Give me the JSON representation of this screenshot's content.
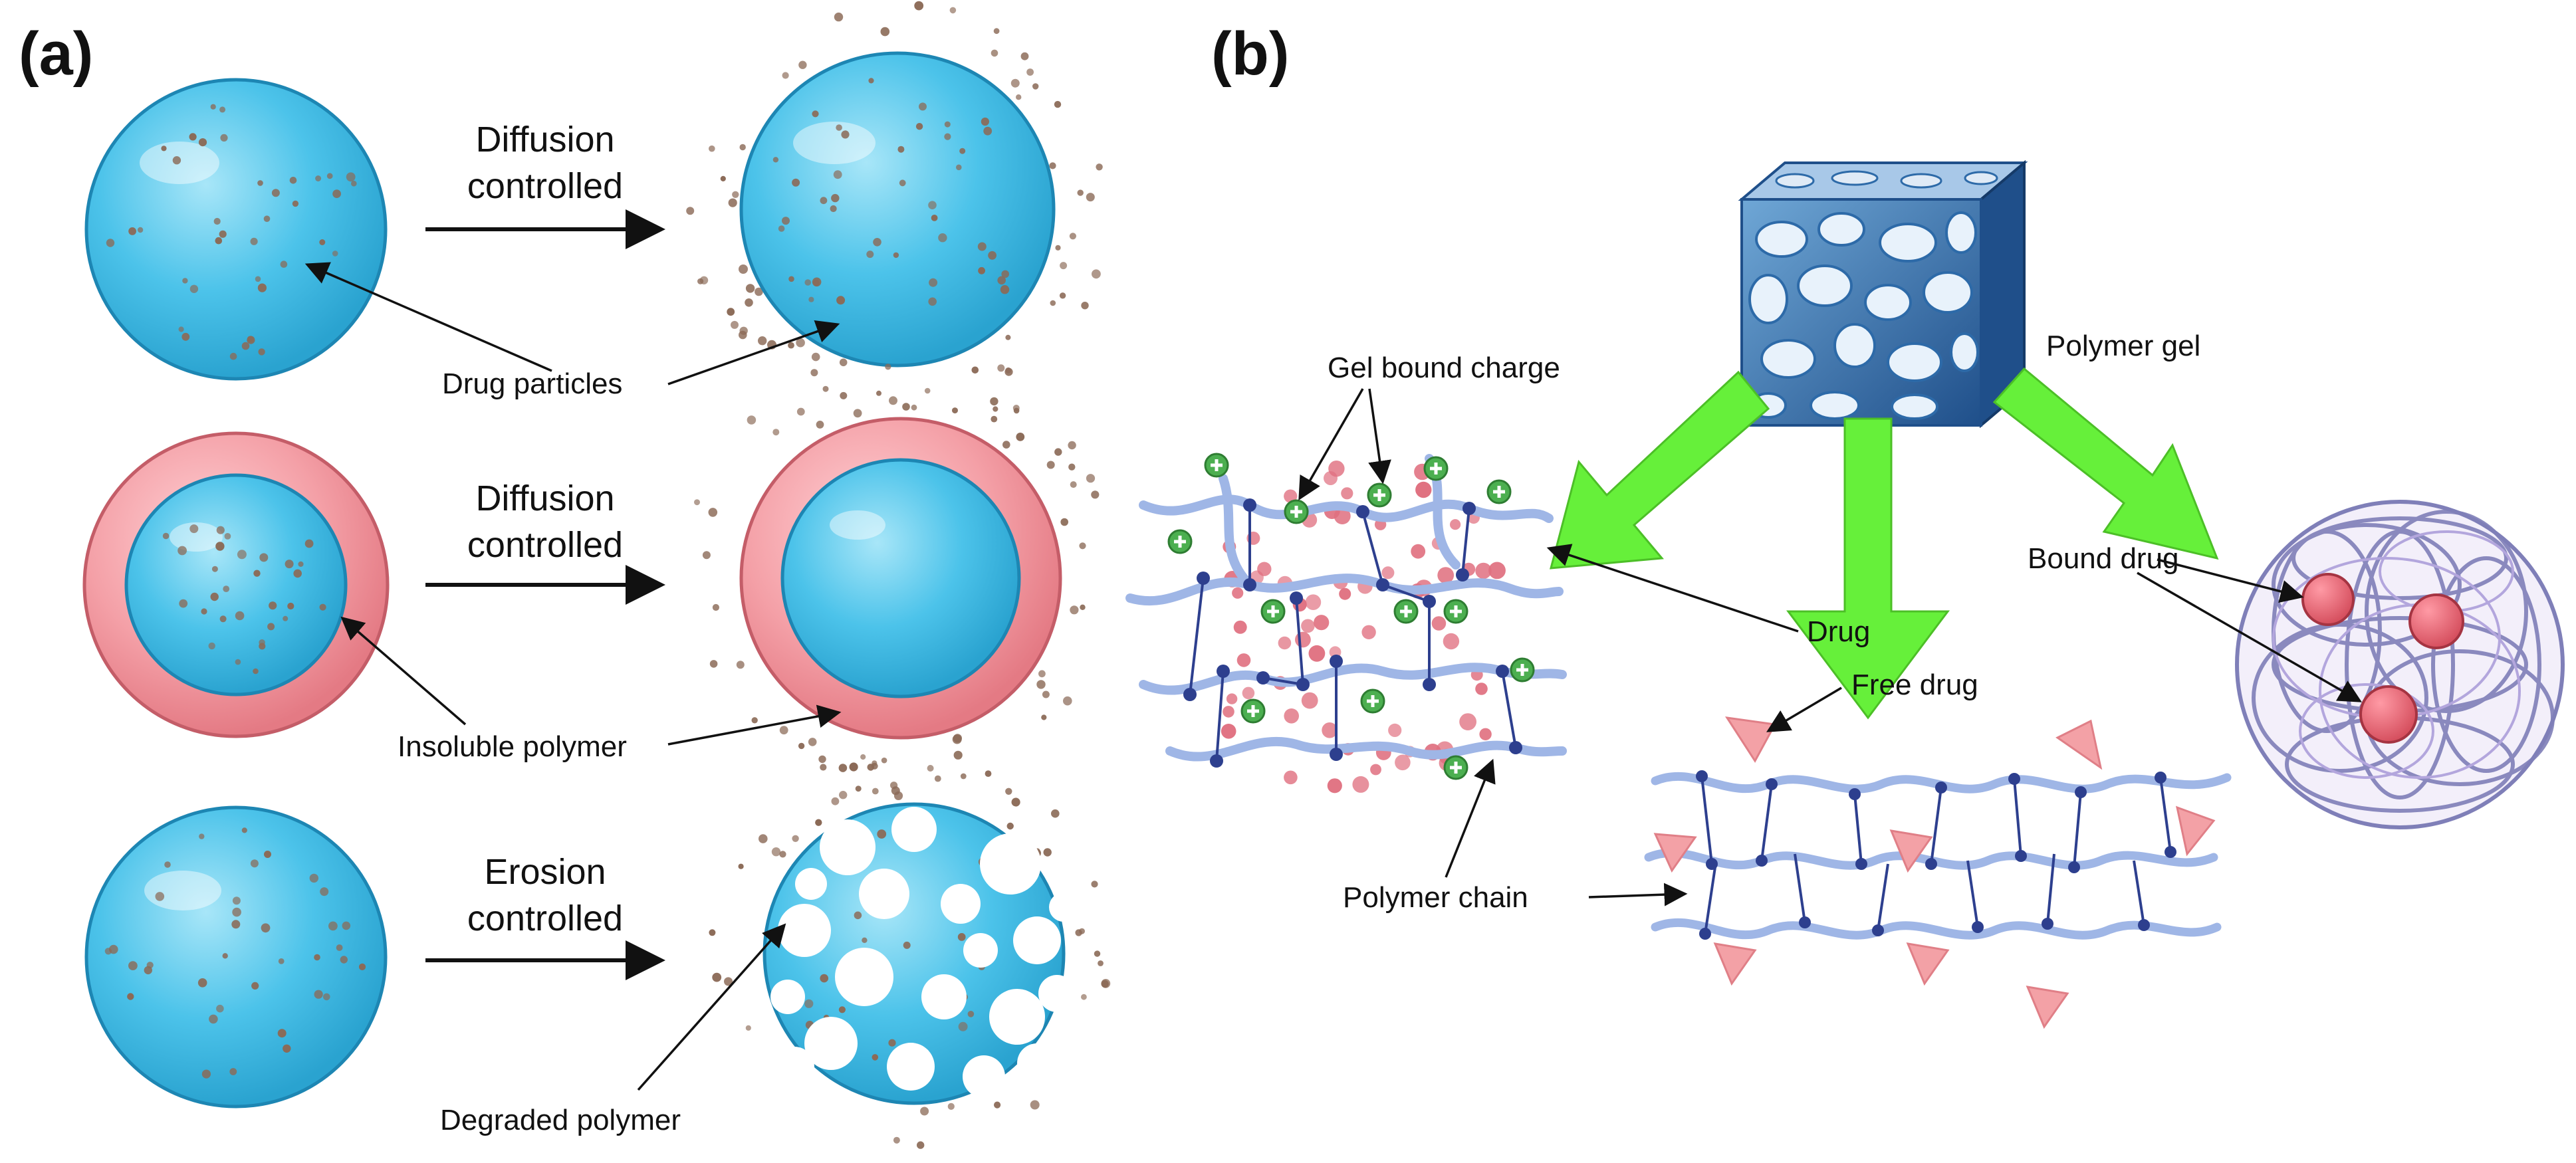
{
  "panel_a": {
    "letter": "(a)",
    "rows": [
      {
        "mechanism_line1": "Diffusion",
        "mechanism_line2": "controlled",
        "callout": "Drug particles"
      },
      {
        "mechanism_line1": "Diffusion",
        "mechanism_line2": "controlled",
        "callout": "Insoluble polymer"
      },
      {
        "mechanism_line1": "Erosion",
        "mechanism_line2": "controlled",
        "callout": "Degraded polymer"
      }
    ]
  },
  "panel_b": {
    "letter": "(b)",
    "labels": {
      "polymer_gel": "Polymer gel",
      "gel_bound_charge": "Gel bound charge",
      "drug": "Drug",
      "polymer_chain": "Polymer chain",
      "free_drug": "Free drug",
      "bound_drug": "Bound drug"
    }
  },
  "colors": {
    "microsphere": "#4cc3ea",
    "shell": "#f08d95",
    "drug_particle": "#8b6a57",
    "arrow_green": "#66f03a",
    "chain": "#9fb6e6",
    "node": "#2d3f8e",
    "charge": "#4caf50",
    "drug_pink": "#e8707d",
    "coil": "#7f7fb8"
  }
}
